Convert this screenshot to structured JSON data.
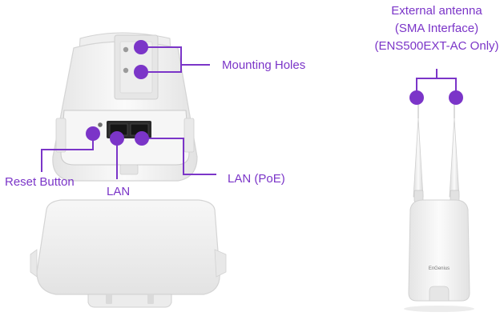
{
  "colors": {
    "accent": "#7b35c8",
    "device_body": "#f1f1f1",
    "device_edge": "#d7d7d7",
    "port_dark": "#2b2b2b"
  },
  "labels": {
    "mounting_holes": "Mounting Holes",
    "reset_button": "Reset Button",
    "lan": "LAN",
    "lan_poe": "LAN (PoE)",
    "external_antenna": {
      "line1": "External antenna",
      "line2": "(SMA Interface)",
      "line3": "(ENS500EXT-AC Only)"
    }
  },
  "device": {
    "brand_logo": "EnGenius"
  }
}
